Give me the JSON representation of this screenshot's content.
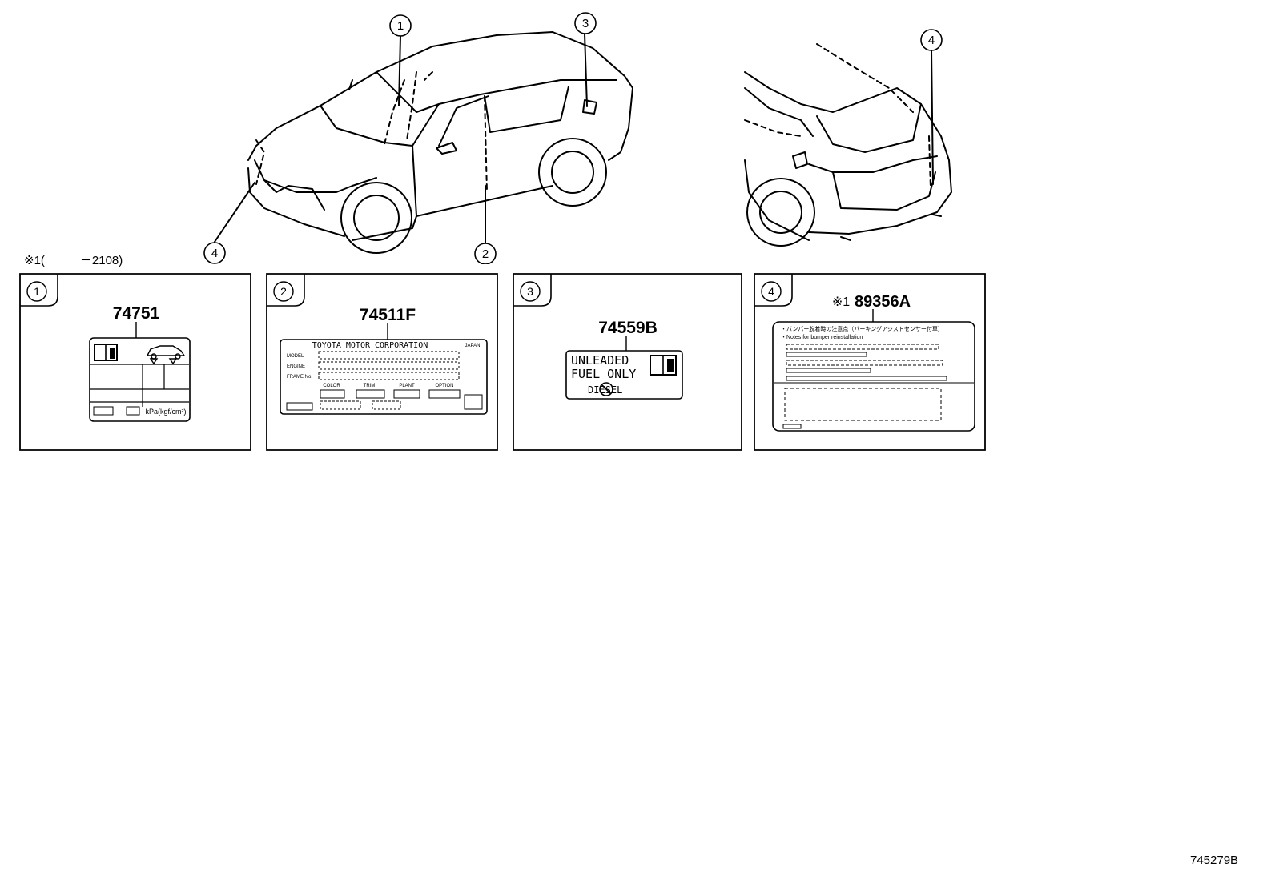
{
  "callouts": {
    "c1": "1",
    "c2": "2",
    "c3": "3",
    "c4_front": "4",
    "c4_rear": "4"
  },
  "note": {
    "marker": "※1(",
    "range": "－2108)"
  },
  "panels": [
    {
      "index": "1",
      "part_number": "74751",
      "label_text": "kPa(kgf/cm²)"
    },
    {
      "index": "2",
      "part_number": "74511F",
      "label_header": "TOYOTA MOTOR CORPORATION",
      "label_origin": "JAPAN",
      "fields": [
        "MODEL",
        "ENGINE",
        "FRAME No."
      ],
      "columns": [
        "COLOR",
        "TRIM",
        "PLANT",
        "OPTION"
      ]
    },
    {
      "index": "3",
      "part_number": "74559B",
      "line1": "UNLEADED",
      "line2": "FUEL ONLY",
      "line3": "DIESEL"
    },
    {
      "index": "4",
      "note_marker": "※1",
      "part_number": "89356A",
      "line_jp": "・バンパー脱着時の注意点（パーキングアシストセンサー付車）",
      "line_en": "・Notes for bumper reinstallation"
    }
  ],
  "figure_code": "745279B",
  "colors": {
    "line": "#000000",
    "background": "#ffffff"
  }
}
